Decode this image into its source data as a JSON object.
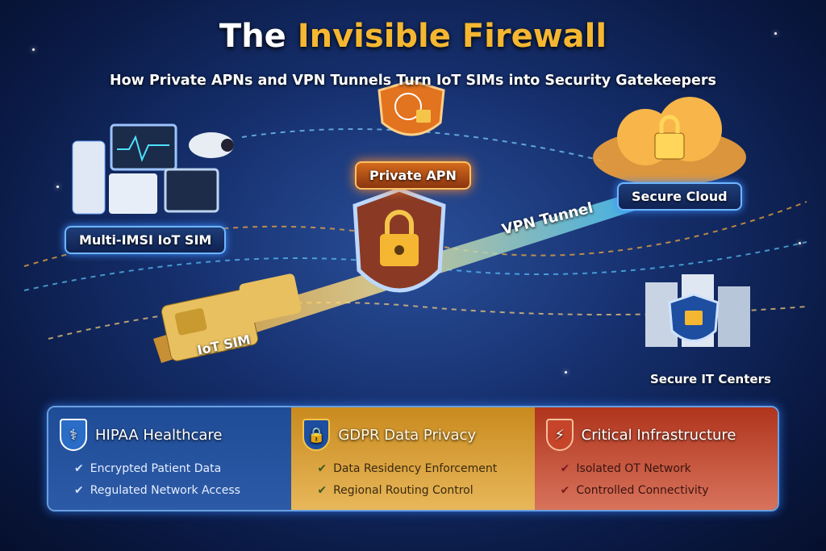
{
  "header": {
    "title_part1": "The ",
    "title_highlight": "Invisible Firewall",
    "subtitle": "How Private APNs and VPN Tunnels Turn IoT SIMs into Security Gatekeepers"
  },
  "diagram": {
    "device_label": "Multi-IMSI IoT SIM",
    "apn_label": "Private APN",
    "tunnel_label": "VPN Tunnel",
    "sim_label": "IoT SIM",
    "cloud_label": "Secure Cloud",
    "datacenter_label": "Secure IT Centers"
  },
  "panel": {
    "columns": [
      {
        "title": "HIPAA Healthcare",
        "icon": "caduceus-shield-icon",
        "items": [
          "Encrypted Patient Data",
          "Regulated Network Access"
        ]
      },
      {
        "title": "GDPR Data Privacy",
        "icon": "lock-shield-icon",
        "items": [
          "Data Residency Enforcement",
          "Regional Routing Control"
        ]
      },
      {
        "title": "Critical Infrastructure",
        "icon": "tower-shield-icon",
        "items": [
          "Isolated OT Network",
          "Controlled Connectivity"
        ]
      }
    ]
  },
  "colors": {
    "gold": "#f5b731",
    "blue": "#1f4c96",
    "orange": "#c98a1e",
    "red": "#b0341c"
  }
}
